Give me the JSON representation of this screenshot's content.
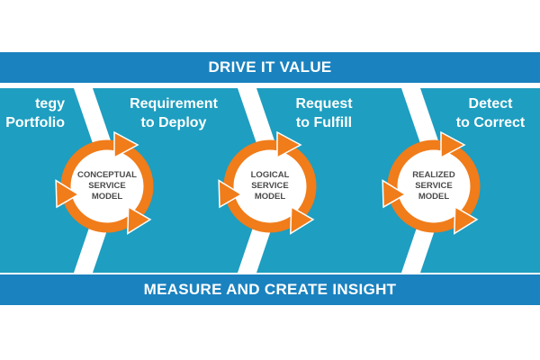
{
  "banners": {
    "top": "DRIVE IT VALUE",
    "bottom": "MEASURE AND CREATE INSIGHT"
  },
  "stages": [
    {
      "line1": "tegy",
      "line2": "Portfolio"
    },
    {
      "line1": "Requirement",
      "line2": "to Deploy"
    },
    {
      "line1": "Request",
      "line2": "to Fulfill"
    },
    {
      "line1": "Detect",
      "line2": "to Correct"
    }
  ],
  "cycles": [
    {
      "lines": [
        "CONCEPTUAL",
        "SERVICE",
        "MODEL"
      ]
    },
    {
      "lines": [
        "LOGICAL",
        "SERVICE",
        "MODEL"
      ]
    },
    {
      "lines": [
        "REALIZED",
        "SERVICE",
        "MODEL"
      ]
    }
  ],
  "colors": {
    "banner": "#1a82bf",
    "panel": "#1e9ec0",
    "arrow": "#f07c1a",
    "label_text": "#4a4a4a"
  }
}
